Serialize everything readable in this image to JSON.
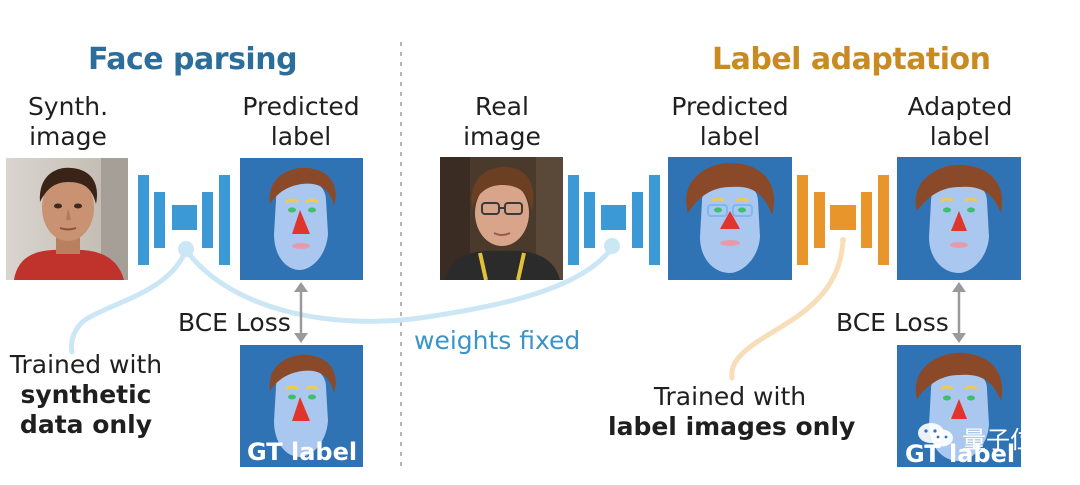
{
  "colors": {
    "face_parsing_title": "#2c6e9b",
    "label_adaptation_title": "#c98a21",
    "network_blue": "#3b9ad6",
    "network_orange": "#e8962b",
    "label_bg": "#2f73b5",
    "weights_fixed_text": "#3b94c8",
    "bce_arrow": "#9a9a9a",
    "blue_curve": "#cbe6f5",
    "orange_curve": "#f7ddb8"
  },
  "left": {
    "title": "Face parsing",
    "input_caption": [
      "Synth.",
      "image"
    ],
    "output_caption": [
      "Predicted",
      "label"
    ],
    "loss": "BCE Loss",
    "gt_label": "GT label",
    "note_line1": "Trained with",
    "note_line2": "synthetic",
    "note_line3": "data only"
  },
  "right": {
    "title": "Label adaptation",
    "input_caption": [
      "Real",
      "image"
    ],
    "predicted_caption": [
      "Predicted",
      "label"
    ],
    "adapted_caption": [
      "Adapted",
      "label"
    ],
    "loss": "BCE Loss",
    "gt_label": "GT label",
    "note_line1": "Trained with",
    "note_line2": "label images only"
  },
  "weights_fixed": "weights fixed",
  "watermark": "量子位",
  "icons": [
    "network-blue-left",
    "network-blue-middle",
    "network-orange",
    "wechat-icon"
  ]
}
